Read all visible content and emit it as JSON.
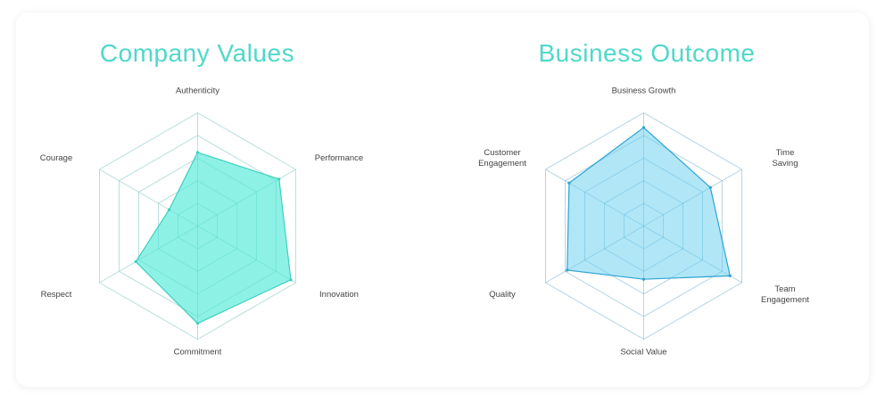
{
  "chart_data": [
    {
      "type": "radar",
      "title": "Company Values",
      "axes": [
        "Authenticity",
        "Performance",
        "Innovation",
        "Commitment",
        "Respect",
        "Courage"
      ],
      "values": [
        65,
        83,
        95,
        86,
        63,
        29
      ],
      "range": [
        0,
        100
      ],
      "grid_levels": 5,
      "fill_color": "#7aeee0",
      "stroke_color": "#3fcfbf"
    },
    {
      "type": "radar",
      "title": "Business Outcome",
      "axes": [
        [
          "Business Growth"
        ],
        [
          "Time",
          "Saving"
        ],
        [
          "Team",
          "Engagement"
        ],
        [
          "Social Value"
        ],
        [
          "Quality"
        ],
        [
          "Customer",
          "Engagement"
        ]
      ],
      "values": [
        87,
        68,
        88,
        47,
        78,
        76
      ],
      "range": [
        0,
        100
      ],
      "grid_levels": 5,
      "fill_color": "#a3e2f6",
      "stroke_color": "#2ea4d4"
    }
  ]
}
